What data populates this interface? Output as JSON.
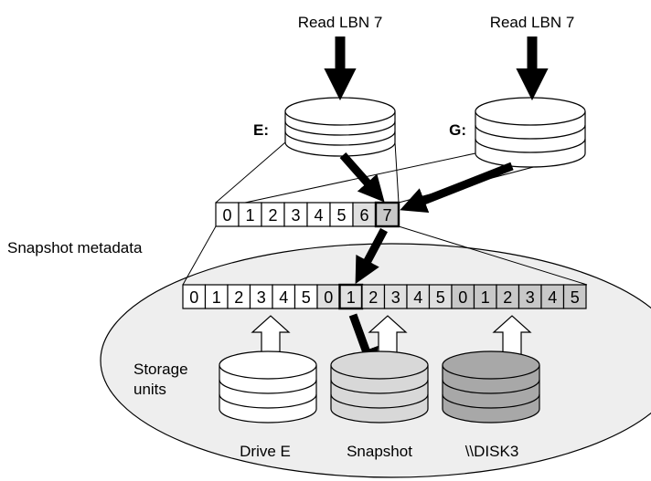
{
  "reads": {
    "left": "Read LBN 7",
    "right": "Read LBN 7"
  },
  "volumes": {
    "e_label": "E:",
    "g_label": "G:"
  },
  "metadata_label": "Snapshot metadata",
  "metadata_cells": [
    "0",
    "1",
    "2",
    "3",
    "4",
    "5",
    "6",
    "7"
  ],
  "storage_cells": [
    "0",
    "1",
    "2",
    "3",
    "4",
    "5",
    "0",
    "1",
    "2",
    "3",
    "4",
    "5",
    "0",
    "1",
    "2",
    "3",
    "4",
    "5"
  ],
  "storage_label_line1": "Storage",
  "storage_label_line2": "units",
  "units": {
    "drive_e": "Drive E",
    "snapshot": "Snapshot",
    "disk3": "\\\\DISK3"
  },
  "colors": {
    "white_fill": "#ffffff",
    "light_gray": "#e0e0e0",
    "mid_gray": "#c8c8c8",
    "dark_gray": "#a8a8a8",
    "ellipse_fill": "#eeeeee"
  }
}
